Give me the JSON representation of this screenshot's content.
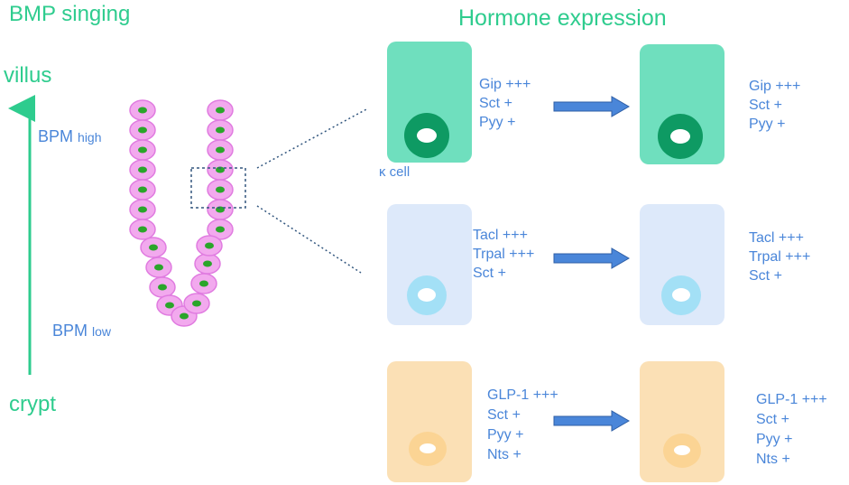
{
  "titles": {
    "bmp": "BMP  singing",
    "hormone": "Hormone expression"
  },
  "axis": {
    "top": "villus",
    "bottom": "crypt"
  },
  "bpm": {
    "high_main": "BPM",
    "high_sub": "high",
    "low_main": "BPM",
    "low_sub": "low"
  },
  "cell_label": "κ cell",
  "rows": [
    {
      "left": [
        "Gip +++",
        "Sct +",
        "Pyy +"
      ],
      "right": [
        "Gip +++",
        "Sct +",
        "Pyy +"
      ]
    },
    {
      "left": [
        "Tacl +++",
        "Trpal +++",
        "Sct +"
      ],
      "right": [
        "Tacl +++",
        "Trpal +++",
        "Sct +"
      ]
    },
    {
      "left": [
        "GLP-1 +++",
        "Sct +",
        "Pyy +",
        "Nts +"
      ],
      "right": [
        "GLP-1 +++",
        "Sct +",
        "Pyy +",
        "Nts +"
      ]
    }
  ],
  "colors": {
    "title_green": "#2ecc8e",
    "label_blue": "#4a86d9",
    "row1_cell": "#6fdfbe",
    "row1_nucleus": "#0e9a63",
    "row2_cell": "#dde9fa",
    "row2_nucleus": "#a3e0f6",
    "row3_cell": "#fbe0b5",
    "row3_nucleus": "#fbd494",
    "crypt_cell": "#f2a9ee",
    "crypt_nucleus": "#2aa52a"
  }
}
